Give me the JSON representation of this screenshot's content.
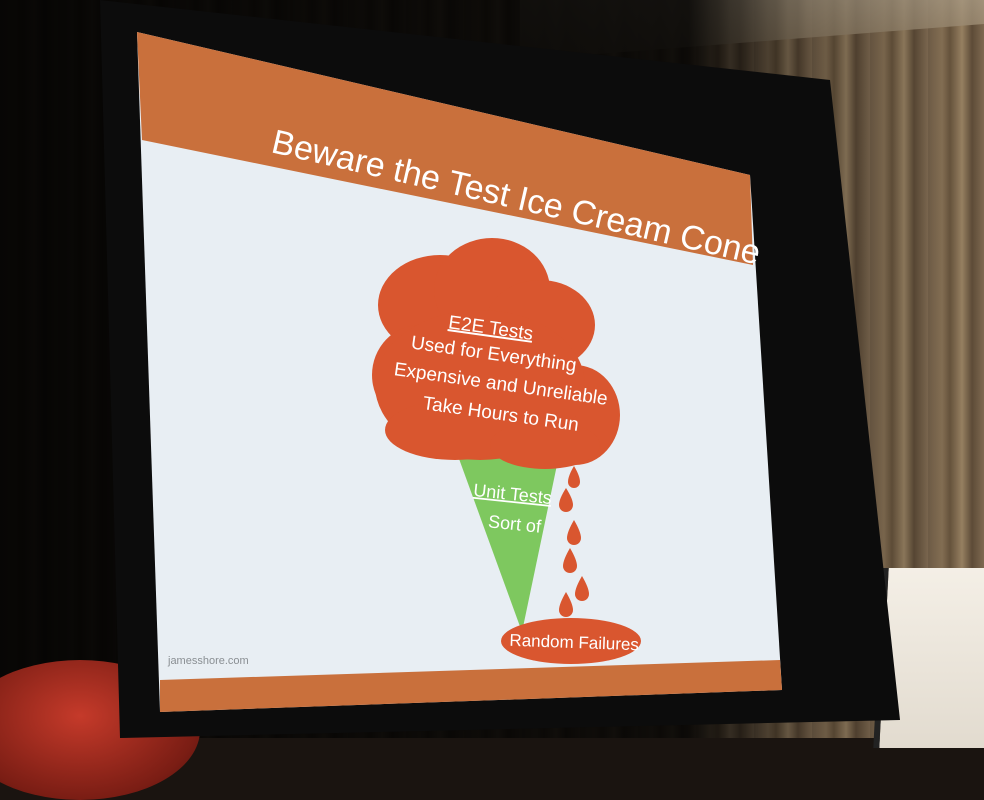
{
  "slide": {
    "title": "Beware the Test Ice Cream Cone",
    "cloud": {
      "heading": "E2E Tests",
      "line1": "Used for Everything",
      "line2": "Expensive and Unreliable",
      "line3": "Take Hours to Run"
    },
    "cone": {
      "heading": "Unit Tests",
      "line1": "Sort of"
    },
    "puddle": "Random Failures",
    "footer": "jamesshore.com"
  },
  "colors": {
    "banner": "#c9703c",
    "slide_bg": "#e8eef3",
    "cloud": "#d9562f",
    "cone": "#7ec85f",
    "drip": "#d9562f"
  }
}
